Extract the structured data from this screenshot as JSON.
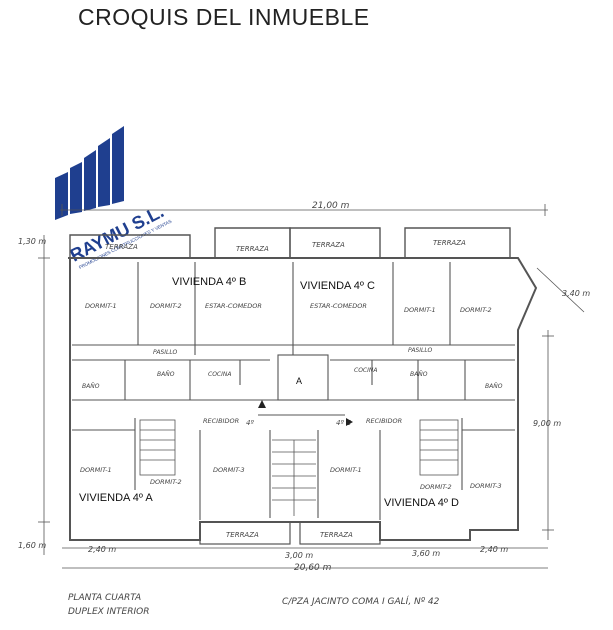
{
  "title": "CROQUIS DEL INMUEBLE",
  "logo": {
    "text": "RAYMU S.L.",
    "subtext": "PROMOCIONES CONSTRUCCIONES Y VENTAS",
    "color": "#1f3f8f"
  },
  "units": {
    "b": "VIVIENDA 4º B",
    "c": "VIVIENDA 4º C",
    "a": "VIVIENDA 4º A",
    "d": "VIVIENDA 4º D"
  },
  "dimensions": {
    "top_width": "21,00 m",
    "bottom_width": "20,60 m",
    "left_top": "1,30 m",
    "left_bottom": "1,60 m",
    "right_side": "9,00 m",
    "diag": "3,40 m",
    "bottom_left": "2,40 m",
    "bottom_right": "2,40 m",
    "bottom_mid_r": "3,60 m",
    "bottom_mid": "3,00 m"
  },
  "rooms": {
    "terraza": "TERRAZA",
    "dormit1": "DORMIT-1",
    "dormit2": "DORMIT-2",
    "dormit3": "DORMIT-3",
    "estar": "ESTAR-COMEDOR",
    "bano": "BAÑO",
    "pasillo": "PASILLO",
    "cocina": "COCINA",
    "recibidor": "RECIBIDOR",
    "ascensor": "A",
    "door_4b": "4º",
    "door_4c": "4º C"
  },
  "notes": {
    "left1": "PLANTA CUARTA",
    "left2": "DUPLEX INTERIOR",
    "right": "C/PZA JACINTO COMA I GALÍ, Nº 42"
  }
}
